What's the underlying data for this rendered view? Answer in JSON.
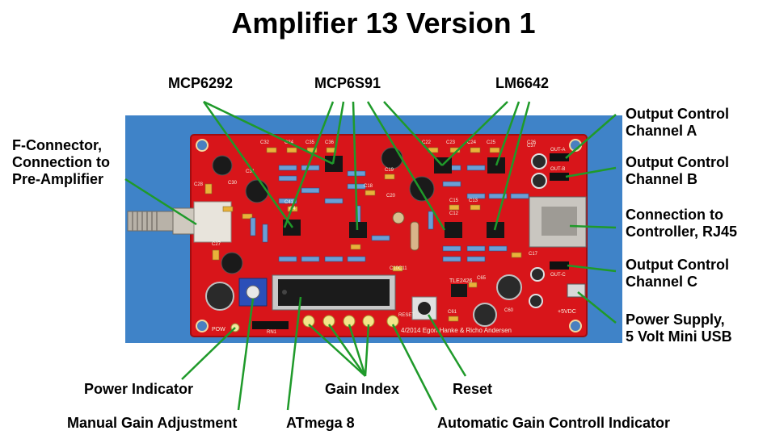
{
  "title": "Amplifier 13 Version 1",
  "labels": {
    "mcp6292": "MCP6292",
    "mcp6s91": "MCP6S91",
    "lm6642": "LM6642",
    "f_connector": [
      "F-Connector,",
      "Connection to",
      "Pre-Amplifier"
    ],
    "output_a": [
      "Output Control",
      "Channel A"
    ],
    "output_b": [
      "Output Control",
      "Channel B"
    ],
    "rj45": [
      "Connection to",
      "Controller, RJ45"
    ],
    "output_c": [
      "Output Control",
      "Channel C"
    ],
    "power_supply": [
      "Power Supply,",
      "5 Volt Mini USB"
    ],
    "power_indicator": "Power Indicator",
    "gain_index": "Gain Index",
    "reset": "Reset",
    "manual_gain": "Manual Gain Adjustment",
    "atmega": "ATmega 8",
    "auto_gain": "Automatic Gain Controll Indicator"
  },
  "silkscreen": {
    "credit": "4/2014 Egon Hanke & Richo Andersen",
    "usb": "+5VDC",
    "out_a": "OUT-A",
    "out_b": "OUT-B",
    "out_c": "OUT-C",
    "tle": "TLE2426",
    "reset_text": "RESET",
    "power_text": "POW",
    "rn1": "RN1",
    "cap_labels": [
      "C32",
      "C34",
      "C35",
      "C36",
      "C22",
      "C23",
      "C24",
      "C25",
      "C26",
      "C37",
      "C19",
      "C20",
      "C18",
      "C15",
      "C13",
      "C12",
      "C41",
      "C17",
      "C10C11",
      "C60",
      "C61",
      "C65",
      "C30",
      "C31",
      "C28",
      "C27",
      "C4"
    ]
  },
  "colors": {
    "background": "#ffffff",
    "board": "#d8151a",
    "board_edge": "#a00d10",
    "backdrop": "#3f83c8",
    "leader": "#1f9a2a",
    "chip": "#161616"
  }
}
